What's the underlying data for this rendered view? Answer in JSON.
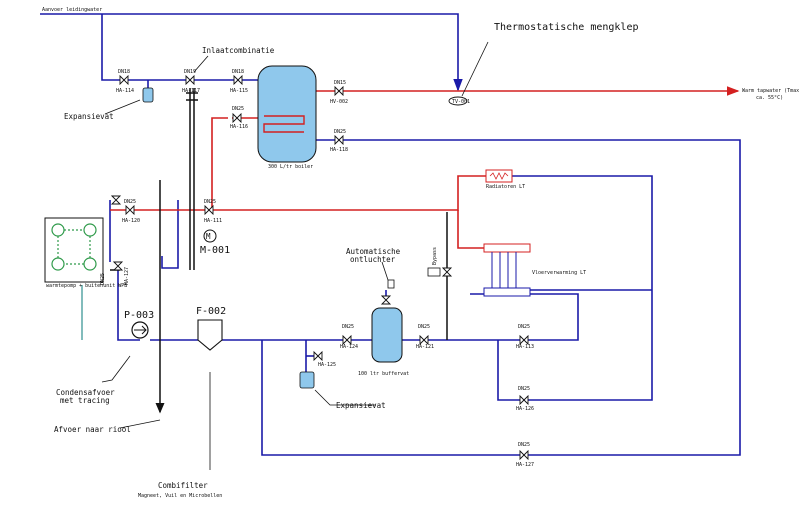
{
  "labels": {
    "cold_supply": "Aanvoer leidingwater",
    "thermo_valve": "Thermostatische mengklep",
    "inlet_combo": "Inlaatcombinatie",
    "expansion_top": "Expansievat",
    "boiler": "300 L/tr boiler",
    "hot_out_1": "Warm tapwater (Tmax",
    "hot_out_2": "ca. 55°C)",
    "radiators": "Radiatoren LT",
    "floor_heating": "Vloerverwarming LT",
    "bypass": "Bypass",
    "auto_vent_1": "Automatische",
    "auto_vent_2": "ontluchter",
    "buffer": "100 ltr buffervat",
    "expansion_bottom": "Expansievat",
    "condensate_1": "Condensafvoer",
    "condensate_2": "met tracing",
    "drain": "Afvoer naar riool",
    "combifilter": "Combifilter",
    "combifilter_sub": "Magneet, Vuil en Microbellen",
    "heatpump_caption": "warmtepomp + buitenunit WPB",
    "motor": "M",
    "tag_m001": "M-001",
    "tag_p003": "P-003",
    "tag_f002": "F-002"
  },
  "valves": {
    "v114_dn": "DN18",
    "v114_tag": "HA-114",
    "v117_dn": "DN19",
    "v117_tag": "HA-117",
    "v115_dn": "DN18",
    "v115_tag": "HA-115",
    "v116_dn": "DN25",
    "v116_tag": "HA-116",
    "v002_dn": "DN15",
    "v002_tag": "HV-002",
    "v118_dn": "DN25",
    "v118_tag": "HA-118",
    "vtv_tag": "TV-001",
    "v120_dn": "DN25",
    "v120_tag": "HA-120",
    "v111_dn": "DN25",
    "v111_tag": "HA-111",
    "v121_dn": "DN25",
    "v121_tag": "HA-121",
    "v124_dn": "DN25",
    "v124_tag": "HA-124",
    "v125_tag": "HA-125",
    "v113_dn": "DN25",
    "v113_tag": "HA-113",
    "v126_dn": "DN25",
    "v126_tag": "HA-126",
    "v127_dn": "DN25",
    "v127_tag": "HA-127",
    "v_left_dn": "DN25",
    "v_left_tag": "HA-127"
  },
  "colors": {
    "supply_blue": "#1a1aa8",
    "hot_red": "#d42020",
    "tank_fill": "#8fc8ec",
    "line_black": "#111111",
    "heatpump_green": "#2f9a4a",
    "condensate_teal": "#2f8f8f"
  }
}
